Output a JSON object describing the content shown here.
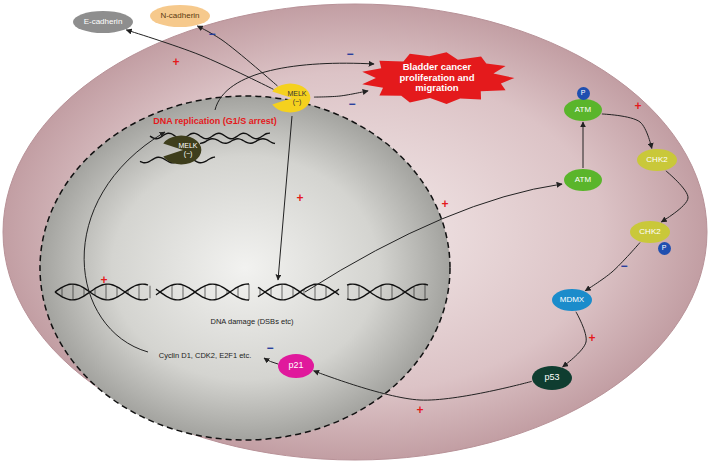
{
  "diagram": {
    "nodes": [
      {
        "text": [
          "E-cadherin"
        ]
      },
      {
        "text": [
          "N-cadherin"
        ]
      },
      {
        "text": [
          "Bladder cancer proliferation and migration"
        ]
      },
      {
        "text": [
          "MELK (−)"
        ]
      },
      {
        "text": [
          "MELK (−)"
        ]
      },
      {
        "text": [
          "ATM"
        ]
      },
      {
        "text": [
          "P"
        ]
      },
      {
        "text": [
          "ATM"
        ]
      },
      {
        "text": [
          "CHK2"
        ]
      },
      {
        "text": [
          "CHK2"
        ]
      },
      {
        "text": [
          "P"
        ]
      },
      {
        "text": [
          "MDMX"
        ]
      },
      {
        "text": [
          "p53"
        ]
      },
      {
        "text": [
          "p21"
        ]
      }
    ],
    "edges": [
      {
        "from": 3,
        "to": 0,
        "arrow": "to",
        "label": "+"
      },
      {
        "from": 3,
        "to": 1,
        "arrow": "to",
        "label": "−"
      },
      {
        "from": 3,
        "to": 2,
        "arrow": "to",
        "label": "−"
      },
      {
        "from": 7,
        "to": 5,
        "arrow": "to"
      },
      {
        "from": 5,
        "to": 8,
        "arrow": "to",
        "label": "+"
      },
      {
        "from": 8,
        "to": 9,
        "arrow": "to"
      },
      {
        "from": 9,
        "to": 11,
        "arrow": "to",
        "label": "−"
      },
      {
        "from": 11,
        "to": 12,
        "arrow": "to",
        "label": "+"
      },
      {
        "from": 12,
        "to": 13,
        "arrow": "to",
        "label": "+"
      }
    ],
    "labels": [
      "DNA replication (G1/S arrest)",
      "DNA damage (DSBs etc)",
      "Cyclin D1, CDK2, E2F1 etc.",
      "−",
      "+",
      "+",
      "−",
      "+"
    ]
  }
}
